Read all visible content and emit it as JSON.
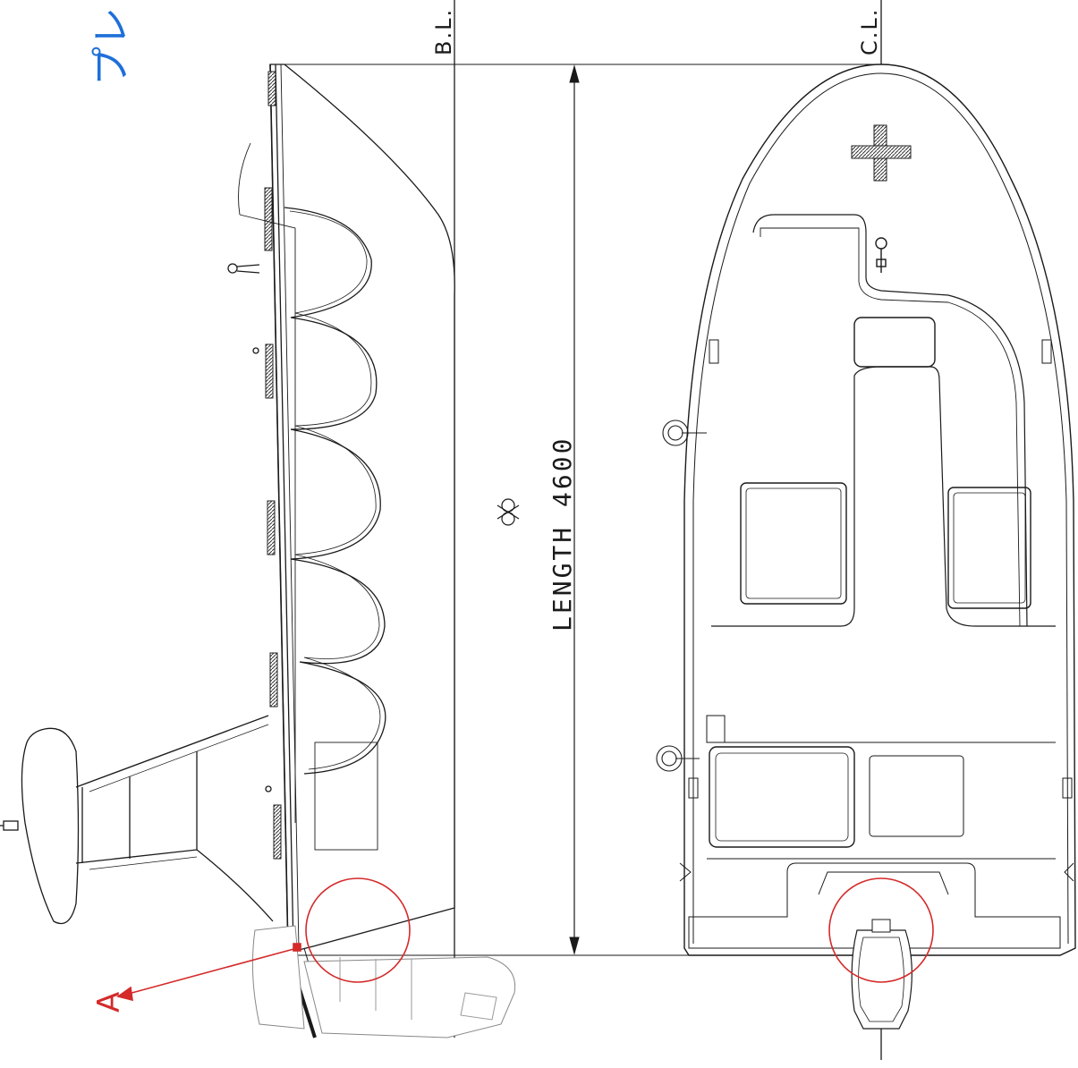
{
  "labels": {
    "corner_mark": "プレ",
    "baseline": "B.L.",
    "centerline": "C.L.",
    "length": "LENGTH 4600",
    "detail_callout": "A"
  },
  "colors": {
    "line": "#1a1a1a",
    "callout": "#d42a2a",
    "corner_mark": "#1e6fd9",
    "hatch": "#555555"
  },
  "icons": [
    "boat-side-elevation",
    "boat-plan-view",
    "outboard-motor-icon",
    "cleat-icon",
    "hatch-icon",
    "windshield-icon",
    "waterline-symbol-icon"
  ]
}
